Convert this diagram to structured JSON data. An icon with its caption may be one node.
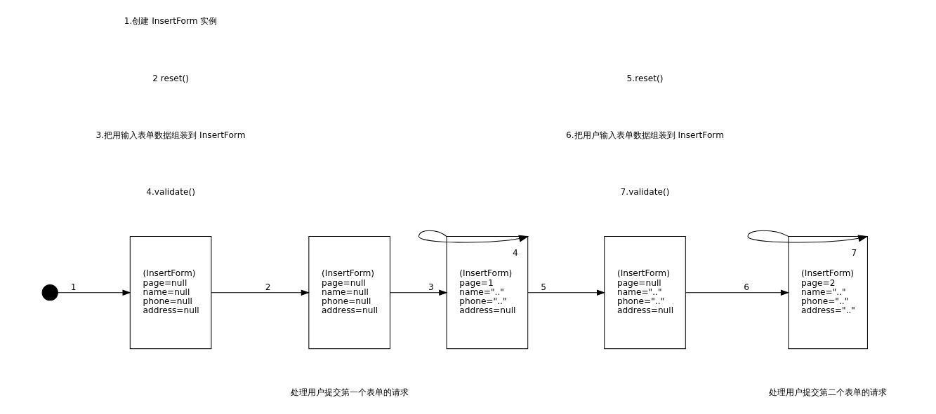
{
  "diagram": {
    "nodes": [
      {
        "text": [],
        "shape": "circle"
      },
      {
        "text": [
          "(InsertForm)",
          "page=null",
          "name=null",
          "phone=null",
          "address=null"
        ]
      },
      {
        "text": [
          "(InsertForm)",
          "page=null",
          "name=null",
          "phone=null",
          "address=null"
        ]
      },
      {
        "text": [
          "(InsertForm)",
          "page=1",
          "name=\"..\"",
          "phone=\"..\"",
          "address=null"
        ]
      },
      {
        "text": [
          "(InsertForm)",
          "page=null",
          "name=\"..\"",
          "phone=\"..\"",
          "address=null"
        ]
      },
      {
        "text": [
          "(InsertForm)",
          "page=2",
          "name=\"..\"",
          "phone=\"..\"",
          "address=\"..\""
        ]
      }
    ],
    "edges": [
      {
        "from": 0,
        "to": 1,
        "arrow": "to",
        "label": "1"
      },
      {
        "from": 1,
        "to": 2,
        "arrow": "to",
        "label": "2"
      },
      {
        "from": 2,
        "to": 3,
        "arrow": "to",
        "label": "3"
      },
      {
        "from": 3,
        "to": 3,
        "arrow": "to",
        "label": "4"
      },
      {
        "from": 3,
        "to": 4,
        "arrow": "to",
        "label": "5"
      },
      {
        "from": 4,
        "to": 5,
        "arrow": "to",
        "label": "6"
      },
      {
        "from": 5,
        "to": 5,
        "arrow": "to",
        "label": "7"
      }
    ],
    "labels": [
      "1.创建 InsertForm 实例",
      "5.reset()",
      "2 reset()",
      "6.把用户输入表单数据组装到 InsertForm",
      "3.把用输入表单数据组装到 InsertForm",
      "7.validate()",
      "4.validate()",
      "处理用户提交第一个表单的请求",
      "处理用户提交第二个表单的请求"
    ]
  }
}
